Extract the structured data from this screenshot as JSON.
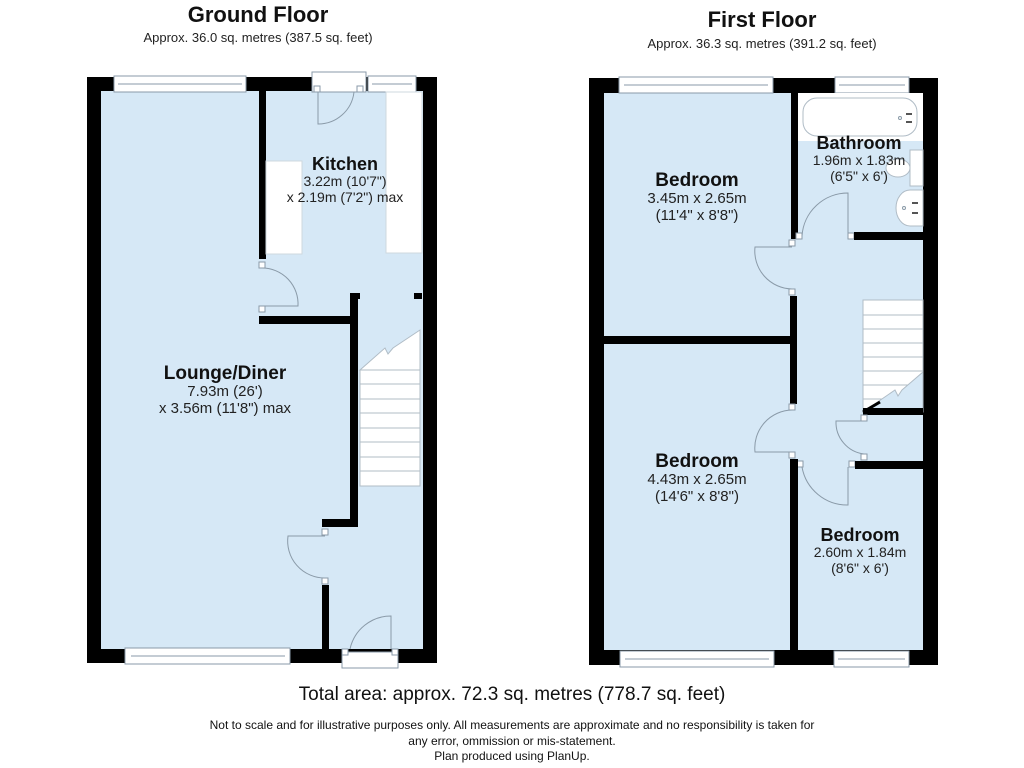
{
  "colors": {
    "room_fill": "#d6e8f6",
    "wall": "#000000",
    "fixture": "#ffffff",
    "line": "#8a9aa8"
  },
  "ground_floor": {
    "title": "Ground Floor",
    "area": "Approx. 36.0 sq. metres (387.5 sq. feet)",
    "rooms": [
      {
        "name": "Kitchen",
        "dim1": "3.22m (10'7\")",
        "dim2": "x 2.19m (7'2\") max"
      },
      {
        "name": "Lounge/Diner",
        "dim1": "7.93m (26')",
        "dim2": "x 3.56m (11'8\") max"
      }
    ]
  },
  "first_floor": {
    "title": "First Floor",
    "area": "Approx. 36.3 sq. metres (391.2 sq. feet)",
    "rooms": [
      {
        "name": "Bedroom",
        "dim1": "3.45m x 2.65m",
        "dim2": "(11'4\" x 8'8\")"
      },
      {
        "name": "Bathroom",
        "dim1": "1.96m x 1.83m",
        "dim2": "(6'5\" x 6')"
      },
      {
        "name": "Bedroom",
        "dim1": "4.43m x 2.65m",
        "dim2": "(14'6\" x 8'8\")"
      },
      {
        "name": "Bedroom",
        "dim1": "2.60m x 1.84m",
        "dim2": "(8'6\" x 6')"
      }
    ]
  },
  "footer": {
    "total_area": "Total area: approx. 72.3 sq. metres (778.7 sq. feet)",
    "disclaimer_line1": "Not to scale and for illustrative purposes only. All measurements are approximate and no responsibility is taken for",
    "disclaimer_line2": "any error, ommission or mis-statement.",
    "disclaimer_line3": "Plan produced using PlanUp."
  }
}
